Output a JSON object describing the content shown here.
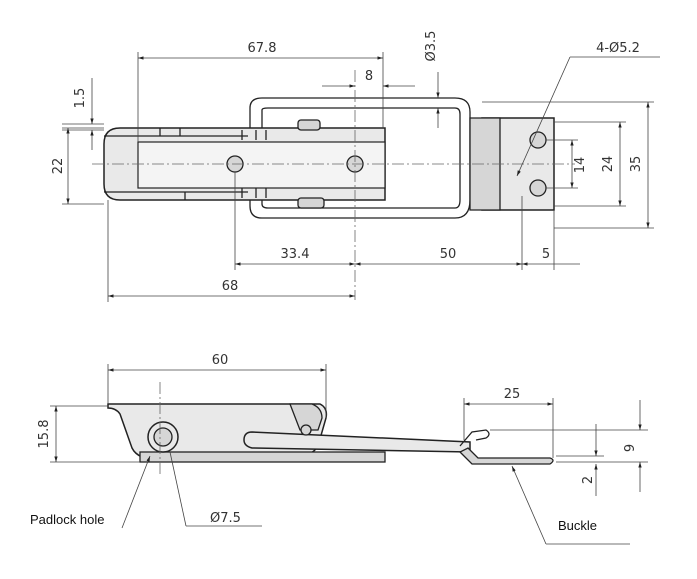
{
  "top_view": {
    "dims": {
      "overall_length": "67.8",
      "wire_dia": "Ø3.5",
      "wire_offset": "8",
      "height_offset": "1.5",
      "body_width": "22",
      "hole_count_dia": "4-Ø5.2",
      "hole_pitch": "14",
      "plate_hole_span": "24",
      "plate_height": "35",
      "to_center": "33.4",
      "center_to_plate": "50",
      "plate_edge": "5",
      "total_length": "68"
    }
  },
  "side_view": {
    "dims": {
      "body_length": "60",
      "height": "15.8",
      "buckle_length": "25",
      "buckle_height": "9",
      "buckle_thickness": "2",
      "hole_dia": "Ø7.5"
    },
    "callouts": {
      "padlock_hole": "Padlock hole",
      "buckle": "Buckle"
    }
  }
}
